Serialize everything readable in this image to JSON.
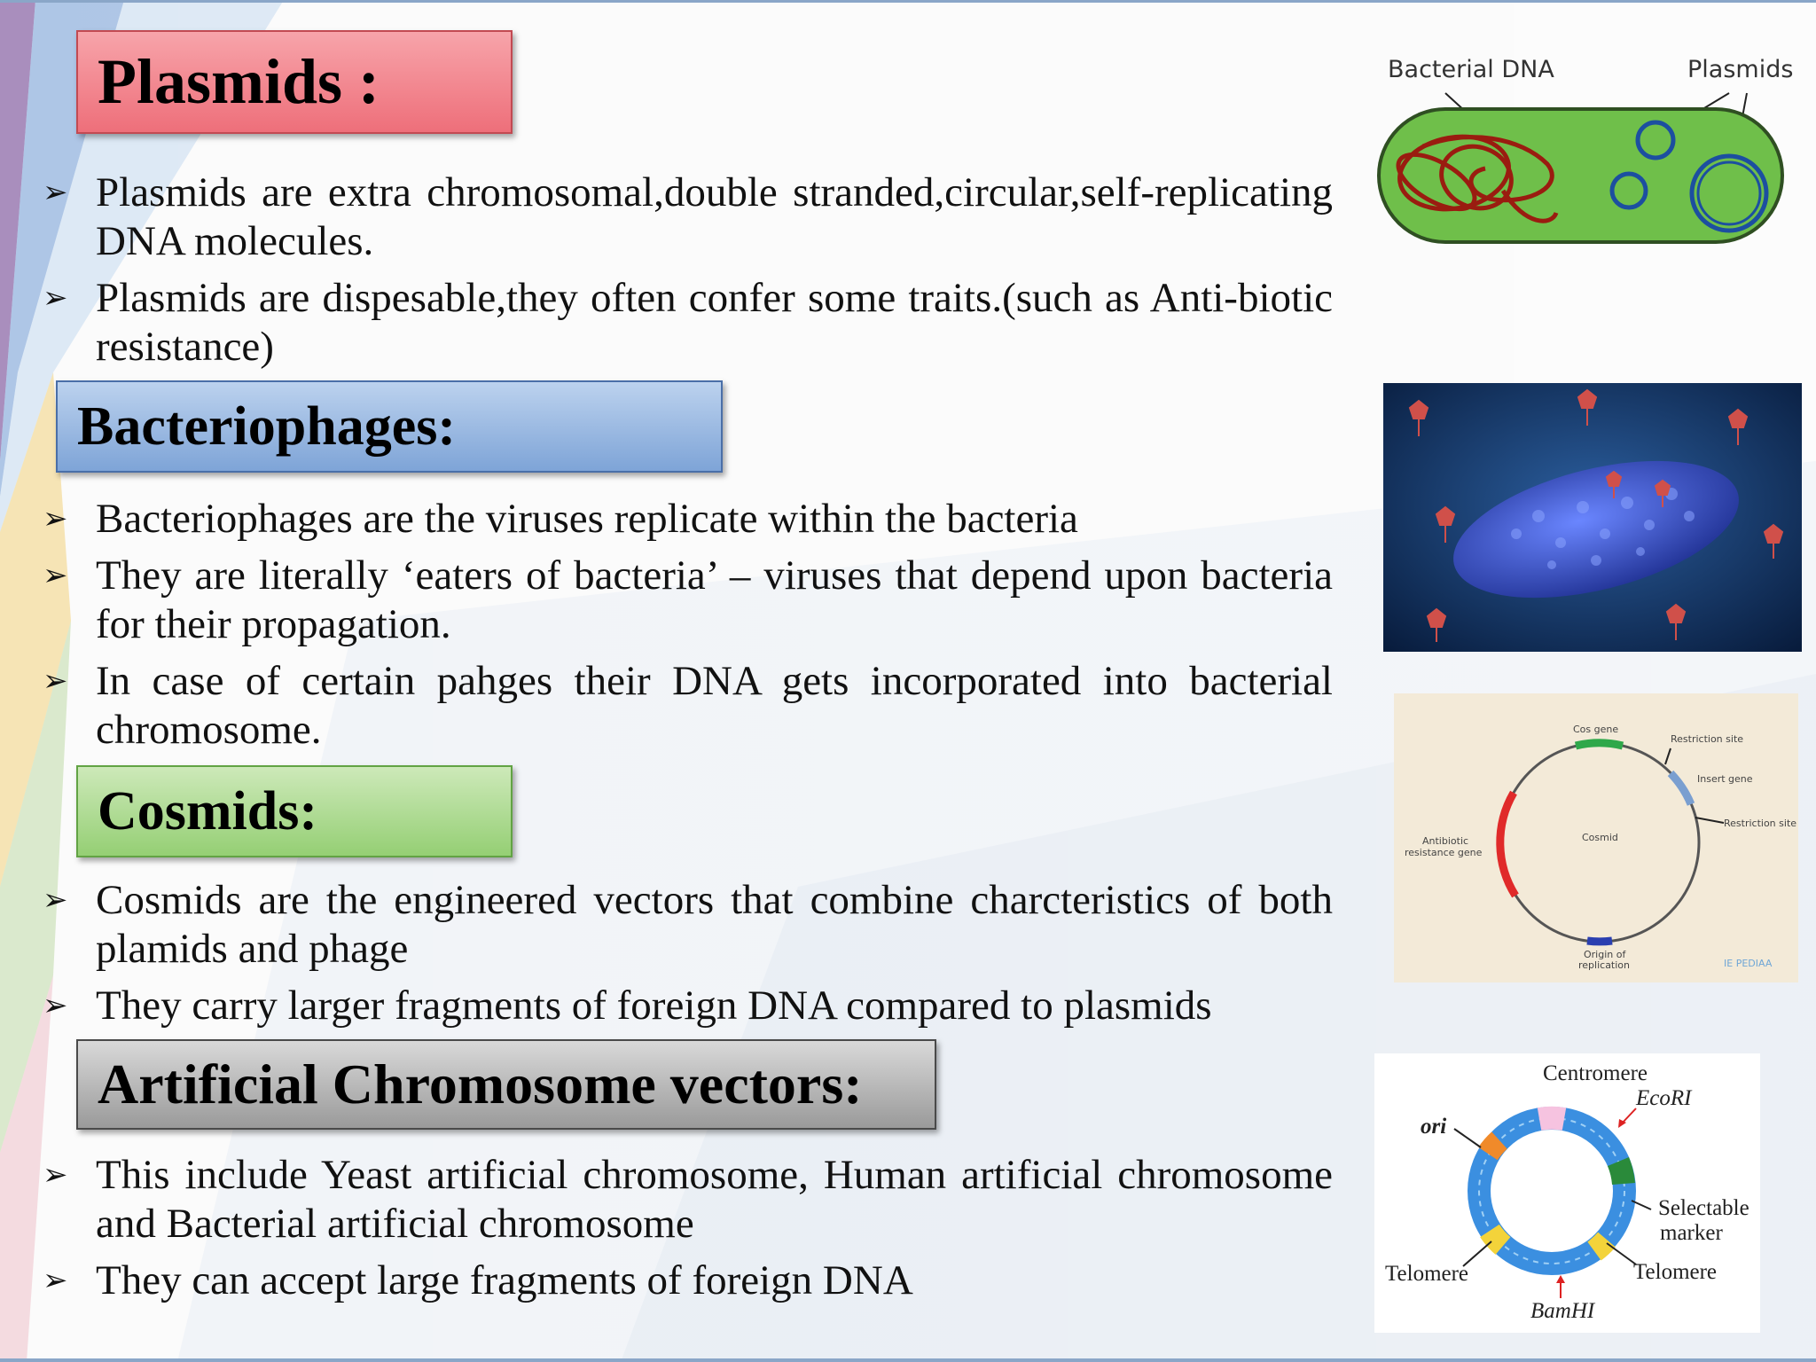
{
  "sections": [
    {
      "heading": "Plasmids :",
      "bullets": [
        "Plasmids are extra chromosomal,double stranded,circular,self-replicating DNA molecules.",
        "Plasmids are dispesable,they often confer some traits.(such as Anti-biotic resistance)"
      ]
    },
    {
      "heading": "Bacteriophages:",
      "bullets": [
        "Bacteriophages are the viruses replicate within the bacteria",
        "They are literally ‘eaters of bacteria’ – viruses that depend upon bacteria for their propagation.",
        "In case of certain pahges their DNA gets incorporated into bacterial chromosome."
      ]
    },
    {
      "heading": "Cosmids:",
      "bullets": [
        "Cosmids are the engineered vectors that combine charcteristics of both plamids and phage",
        "They carry larger fragments of foreign DNA compared to plasmids"
      ]
    },
    {
      "heading": "Artificial Chromosome vectors:",
      "bullets": [
        "This include Yeast artificial chromosome, Human artificial chromosome and Bacterial artificial chromosome",
        "They can accept large fragments of foreign DNA"
      ]
    }
  ],
  "bullet_glyph": "➢",
  "figures": {
    "plasmid_cell": {
      "label_left": "Bacterial DNA",
      "label_right": "Plasmids"
    },
    "cosmid_map": {
      "cos_gene": "Cos gene",
      "restriction_site_1": "Restriction site",
      "insert_gene": "Insert gene",
      "restriction_site_2": "Restriction site",
      "antibiotic_line1": "Antibiotic",
      "antibiotic_line2": "resistance gene",
      "center": "Cosmid",
      "origin_line1": "Origin of",
      "origin_line2": "replication",
      "watermark": "IE PEDIAA"
    },
    "yac_map": {
      "centromere": "Centromere",
      "ecori": "EcoRI",
      "ori": "ori",
      "selectable_line1": "Selectable",
      "selectable_line2": "marker",
      "telomere_left": "Telomere",
      "telomere_right": "Telomere",
      "bamhi": "BamHI"
    }
  }
}
